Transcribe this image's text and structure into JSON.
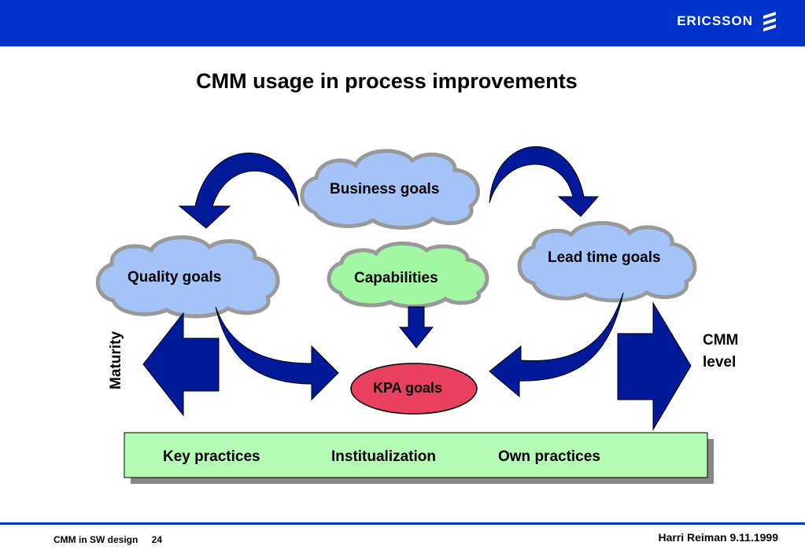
{
  "header": {
    "brand": "ERICSSON"
  },
  "title": "CMM usage in process improvements",
  "diagram": {
    "clouds": {
      "business": "Business goals",
      "quality": "Quality goals",
      "capabilities": "Capabilities",
      "lead_time": "Lead time goals"
    },
    "kpa": "KPA goals",
    "maturity_label": "Maturity",
    "cmm_level_label": [
      "CMM",
      "level"
    ],
    "bar_items": [
      "Key practices",
      "Institualization",
      "Own practices"
    ],
    "colors": {
      "cloud_blue": "#a4c4f8",
      "cloud_green": "#a2f8a2",
      "kpa_red": "#e8405e",
      "arrow_navy": "#001a99",
      "bar_green": "#b4fcb4"
    }
  },
  "footer": {
    "course": "CMM in SW design",
    "page": "24",
    "author_date": "Harri Reiman 9.11.1999"
  }
}
